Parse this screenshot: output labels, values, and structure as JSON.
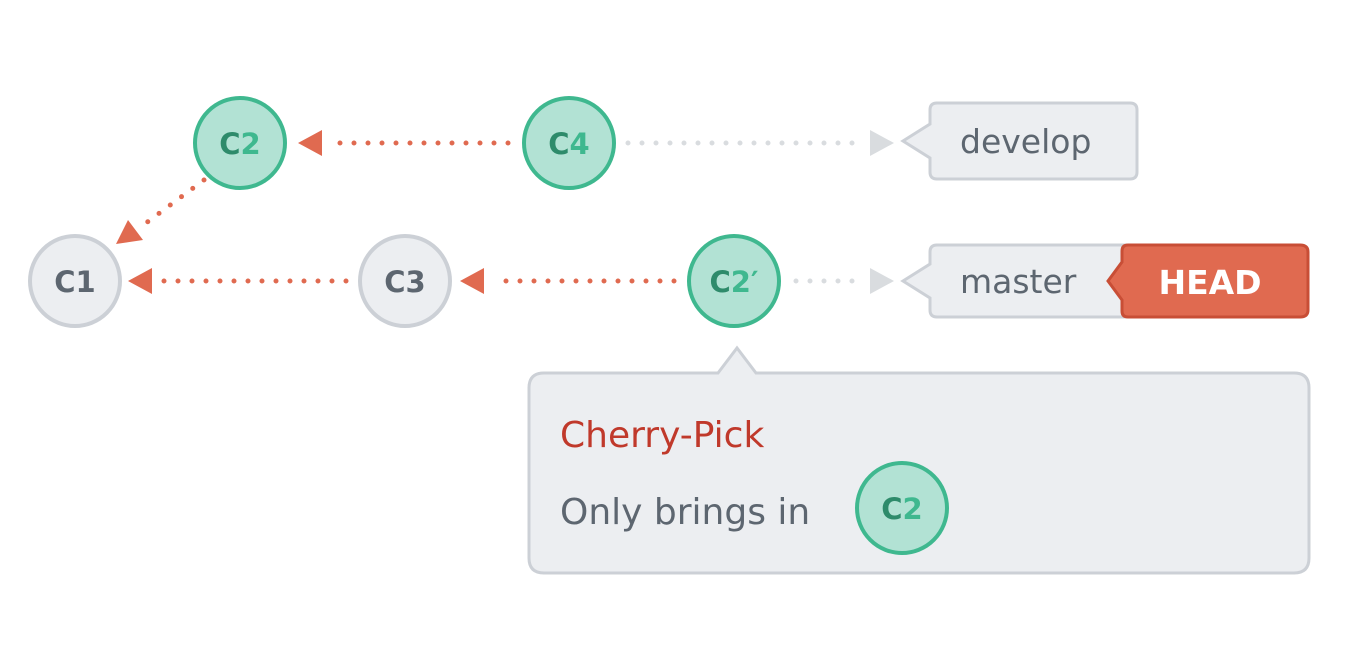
{
  "colors": {
    "green_fill": "#b2e2d4",
    "green_stroke": "#3fb88f",
    "green_text": "#2e8b6b",
    "green_text_accent": "#3fb88f",
    "gray_fill": "#eceef1",
    "gray_stroke": "#ccd0d6",
    "gray_text": "#5d6670",
    "orange": "#e06a50",
    "light_gray": "#d9dcdf",
    "head_fill": "#e06a50",
    "head_stroke": "#c84e36",
    "tip_title": "#c0392b"
  },
  "commits": {
    "c1": {
      "prefix": "C",
      "suffix": "1"
    },
    "c2": {
      "prefix": "C",
      "suffix": "2"
    },
    "c3": {
      "prefix": "C",
      "suffix": "3"
    },
    "c4": {
      "prefix": "C",
      "suffix": "4"
    },
    "c2_prime": {
      "prefix": "C",
      "suffix": "2′"
    },
    "tooltip_c2": {
      "prefix": "C",
      "suffix": "2"
    }
  },
  "branches": {
    "develop": "develop",
    "master": "master",
    "head": "HEAD"
  },
  "tooltip": {
    "title": "Cherry-Pick",
    "body": "Only brings in"
  }
}
